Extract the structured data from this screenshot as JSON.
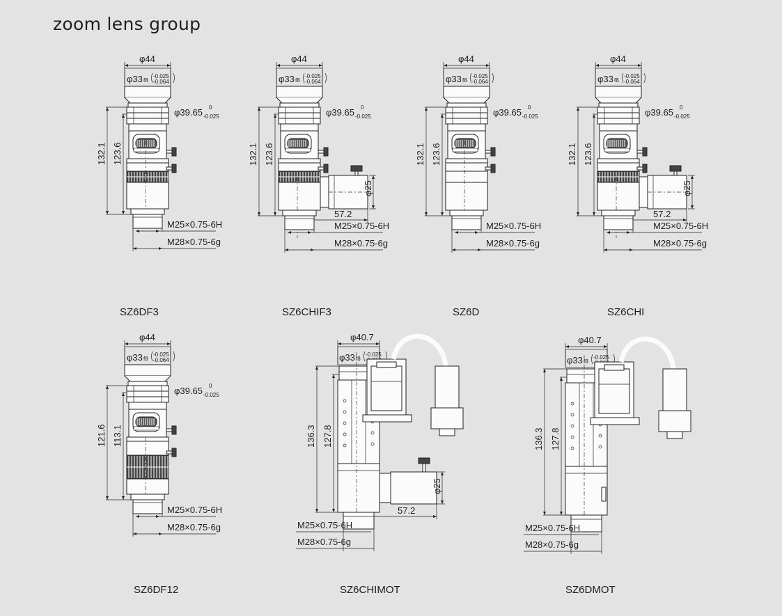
{
  "title": "zoom lens group",
  "models": [
    {
      "name": "SZ6DF3",
      "d_top": "φ44",
      "d_fit": "φ33",
      "fit_tol": "f8",
      "tol_hi": "-0.025",
      "tol_lo": "-0.064",
      "d_body": "φ39.65",
      "body_tol_hi": "0",
      "body_tol_lo": "-0.025",
      "h_total": "132.1",
      "h_inner": "123.6",
      "thread1": "M25×0.75-6H",
      "thread2": "M28×0.75-6g"
    },
    {
      "name": "SZ6CHIF3",
      "d_top": "φ44",
      "d_fit": "φ33",
      "fit_tol": "f8",
      "tol_hi": "-0.025",
      "tol_lo": "-0.064",
      "d_body": "φ39.65",
      "body_tol_hi": "0",
      "body_tol_lo": "-0.025",
      "h_total": "132.1",
      "h_inner": "123.6",
      "side_dia": "φ25",
      "side_len": "57.2",
      "thread1": "M25×0.75-6H",
      "thread2": "M28×0.75-6g"
    },
    {
      "name": "SZ6D",
      "d_top": "φ44",
      "d_fit": "φ33",
      "fit_tol": "f8",
      "tol_hi": "-0.025",
      "tol_lo": "-0.064",
      "d_body": "φ39.65",
      "body_tol_hi": "0",
      "body_tol_lo": "-0.025",
      "h_total": "132.1",
      "h_inner": "123.6",
      "thread1": "M25×0.75-6H",
      "thread2": "M28×0.75-6g"
    },
    {
      "name": "SZ6CHI",
      "d_top": "φ44",
      "d_fit": "φ33",
      "fit_tol": "f8",
      "tol_hi": "-0.025",
      "tol_lo": "-0.064",
      "d_body": "φ39.65",
      "body_tol_hi": "0",
      "body_tol_lo": "-0.025",
      "h_total": "132.1",
      "h_inner": "123.6",
      "side_dia": "φ25",
      "side_len": "57.2",
      "thread1": "M25×0.75-6H",
      "thread2": "M28×0.75-6g"
    },
    {
      "name": "SZ6DF12",
      "d_top": "φ44",
      "d_fit": "φ33",
      "fit_tol": "f8",
      "tol_hi": "-0.025",
      "tol_lo": "-0.064",
      "d_body": "φ39.65",
      "body_tol_hi": "0",
      "body_tol_lo": "-0.025",
      "h_total": "121.6",
      "h_inner": "113.1",
      "thread1": "M25×0.75-6H",
      "thread2": "M28×0.75-6g"
    },
    {
      "name": "SZ6CHIMOT",
      "d_top": "φ40.7",
      "d_fit": "φ33",
      "fit_tol": "f8",
      "tol_hi": "-0.025",
      "tol_lo": "-0.064",
      "h_total": "136.3",
      "h_inner": "127.8",
      "side_dia": "φ25",
      "side_len": "57.2",
      "thread1": "M25×0.75-6H",
      "thread2": "M28×0.75-6g"
    },
    {
      "name": "SZ6DMOT",
      "d_top": "φ40.7",
      "d_fit": "φ33",
      "fit_tol": "f8",
      "tol_hi": "-0.025",
      "tol_lo": "-0.064",
      "h_total": "136.3",
      "h_inner": "127.8",
      "thread1": "M25×0.75-6H",
      "thread2": "M28×0.75-6g"
    }
  ]
}
